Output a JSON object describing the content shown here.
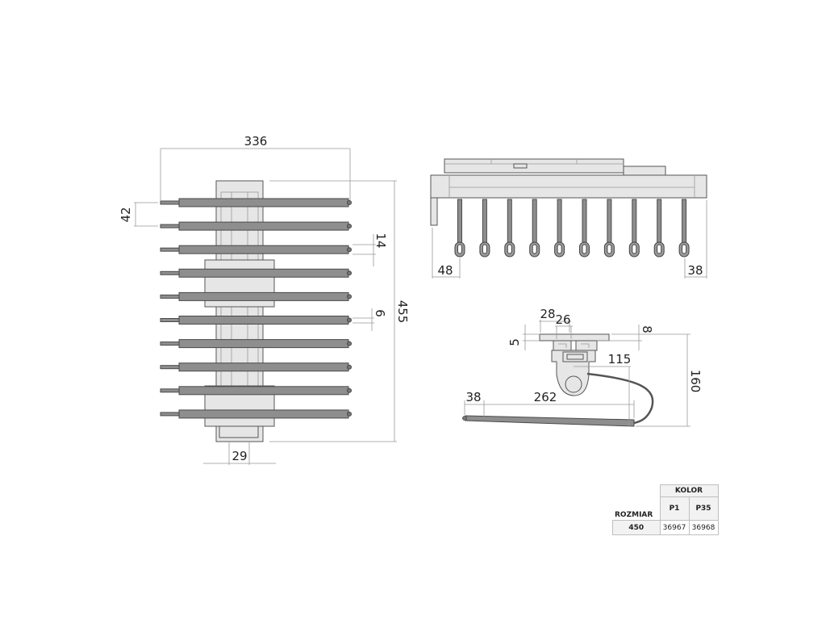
{
  "dimensions": {
    "total_width": "336",
    "rod_spacing": "42",
    "rod_diameter": "14",
    "tip_size": "6",
    "total_height": "455",
    "rail_width": "29",
    "side_left": "48",
    "side_right": "38",
    "clip_a": "28",
    "clip_b": "26",
    "clip_gap": "5",
    "clip_top": "8",
    "arm_offset": "115",
    "profile_height": "160",
    "bar_offset": "38",
    "bar_length": "262"
  },
  "table": {
    "header_kolor": "KOLOR",
    "col_p1": "P1",
    "col_p35": "P35",
    "row_header": "ROZMIAR",
    "size": "450",
    "code_p1": "36967",
    "code_p35": "36968"
  },
  "colors": {
    "rod": "#8e8e8e",
    "frame": "#e6e6e6",
    "dimension_line": "#999999"
  }
}
